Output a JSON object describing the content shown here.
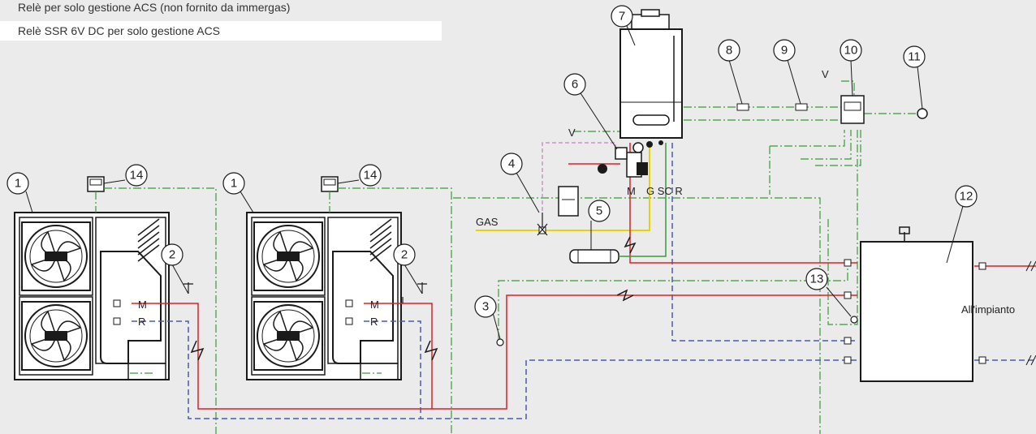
{
  "legend": {
    "items": [
      "Relè per solo gestione ACS (non fornito da immergas)",
      "Relè SSR 6V DC per solo gestione ACS"
    ]
  },
  "labels": {
    "gas": "GAS",
    "v1": "V",
    "v2": "V",
    "m_boiler": "M",
    "boiler_conn": "G SC R",
    "m_hp1": "M",
    "r_hp1": "R",
    "m_hp2": "M",
    "r_hp2": "R",
    "to_system": "All'impianto"
  },
  "callouts": [
    "1",
    "1",
    "2",
    "2",
    "3",
    "4",
    "5",
    "6",
    "7",
    "8",
    "9",
    "10",
    "11",
    "12",
    "13",
    "14",
    "14"
  ],
  "colors": {
    "flow": "#d9232a",
    "return": "#4a5ab5",
    "signal": "#3b9a3b",
    "gas": "#e6d400",
    "relay": "#c080c0",
    "outline": "#1a1a1a"
  }
}
